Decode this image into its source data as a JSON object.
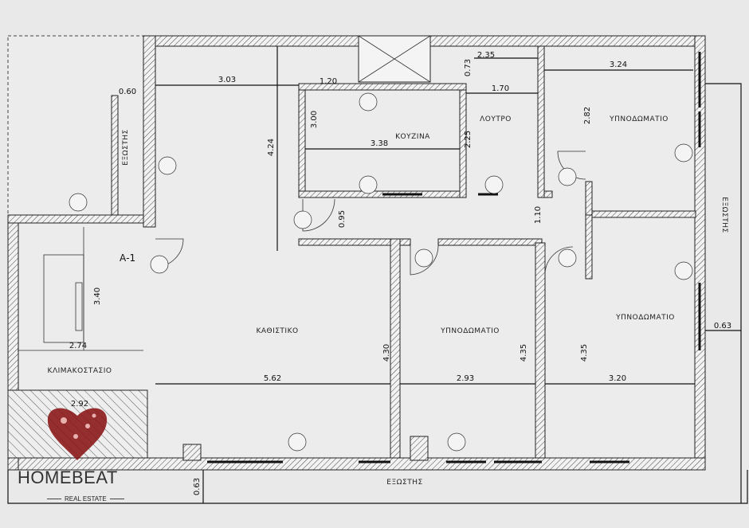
{
  "rooms": {
    "living": "ΚΑΘΙΣΤΙΚΟ",
    "kitchen": "ΚΟΥΖΙΝΑ",
    "bathroom": "ΛΟΥΤΡΟ",
    "bedroom_top_right": "ΥΠΝΟΔΩΜΑΤΙΟ",
    "bedroom_middle": "ΥΠΝΟΔΩΜΑΤΙΟ",
    "bedroom_bottom_right": "ΥΠΝΟΔΩΜΑΤΙΟ",
    "staircase": "ΚΛΙΜΑΚΟΣΤΑΣΙΟ",
    "balcony_bottom": "ΕΞΩΣΤΗΣ",
    "balcony_right": "ΕΞΩΣΤΗΣ",
    "balcony_left": "ΕΞΩΣΤΗΣ",
    "unit": "Α-1"
  },
  "dimensions": {
    "living_top_width": "3.03",
    "hall_width": "1.20",
    "left_offset": "0.60",
    "bath_top": "2.35",
    "bath_side": "0.73",
    "bath_width": "1.70",
    "bedroom_tr_width": "3.24",
    "kitchen_depth": "3.00",
    "kitchen_width": "3.38",
    "bath_depth": "2.25",
    "living_depth_top": "4.24",
    "bedroom_tr_depth": "2.82",
    "corridor": "0.95",
    "corridor_right": "1.10",
    "stair_depth": "3.40",
    "stair_width": "2.74",
    "living_width": "5.62",
    "living_depth": "4.30",
    "bedroom_mid_width": "2.93",
    "bedroom_mid_depth": "4.35",
    "bedroom_br_depth": "4.35",
    "bedroom_br_width": "3.20",
    "right_balcony": "0.63",
    "bottom_balcony": "0.63",
    "lift_width": "2.92"
  },
  "brand": {
    "name": "HOMEBEAT",
    "tagline": "REAL ESTATE",
    "heart_color": "#8b1a1a"
  }
}
